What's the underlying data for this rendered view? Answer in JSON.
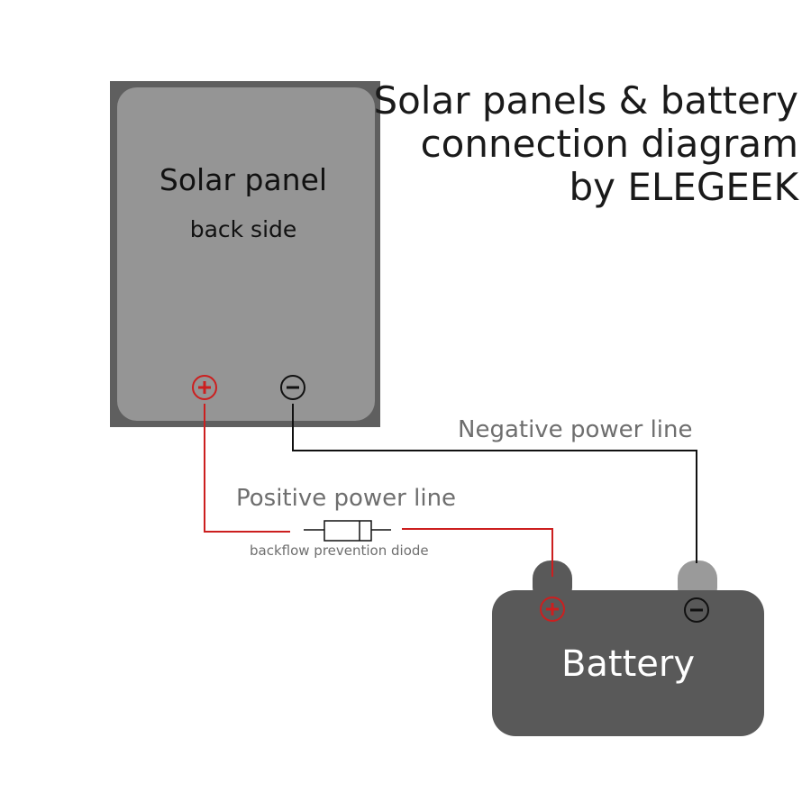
{
  "title": {
    "line1": "Solar panels & battery",
    "line2": "connection diagram",
    "line3": "by ELEGEEK"
  },
  "solar_panel": {
    "title": "Solar panel",
    "subtitle": "back side",
    "positive_terminal_icon": "plus-circle-icon",
    "negative_terminal_icon": "minus-circle-icon"
  },
  "battery": {
    "label": "Battery",
    "positive_terminal_icon": "plus-circle-icon",
    "negative_terminal_icon": "minus-circle-icon"
  },
  "wires": {
    "negative_label": "Negative power line",
    "positive_label": "Positive power line",
    "diode_label": "backflow prevention diode"
  },
  "colors": {
    "panel_frame": "#5f5f5f",
    "panel_face": "#959595",
    "battery_body": "#595959",
    "battery_negative_post": "#9a9a9a",
    "positive_wire": "#cc1f1f",
    "negative_wire": "#111111",
    "wire_label": "#6e6e6e",
    "title_text": "#1a1a1a"
  }
}
